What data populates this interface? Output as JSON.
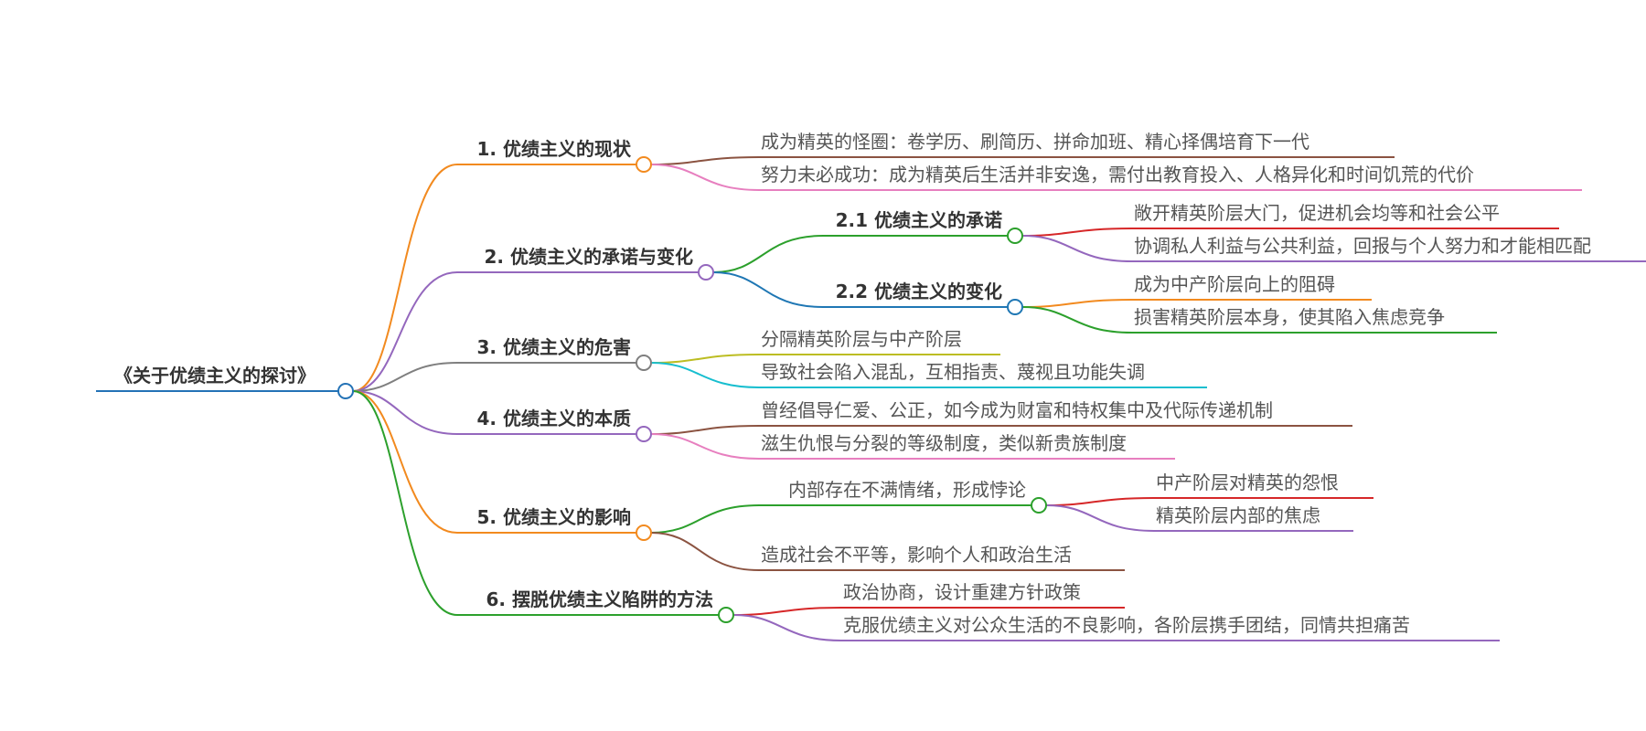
{
  "diagram": {
    "type": "mindmap",
    "root": {
      "label": "《关于优绩主义的探讨》",
      "color": "#2372b6",
      "children": [
        {
          "label": "1. 优绩主义的现状",
          "color": "#f28a1f",
          "children": [
            {
              "label": "成为精英的怪圈：卷学历、刷简历、拼命加班、精心择偶培育下一代",
              "color": "#8b5341"
            },
            {
              "label": "努力未必成功：成为精英后生活并非安逸，需付出教育投入、人格异化和时间饥荒的代价",
              "color": "#e77fbf"
            }
          ]
        },
        {
          "label": "2. 优绩主义的承诺与变化",
          "color": "#9467bd",
          "children": [
            {
              "label": "2.1 优绩主义的承诺",
              "color": "#2ca02c",
              "bold": true,
              "children": [
                {
                  "label": "敞开精英阶层大门，促进机会均等和社会公平",
                  "color": "#d62728"
                },
                {
                  "label": "协调私人利益与公共利益，回报与个人努力和才能相匹配",
                  "color": "#9467bd"
                }
              ]
            },
            {
              "label": "2.2 优绩主义的变化",
              "color": "#1f77b4",
              "bold": true,
              "children": [
                {
                  "label": "成为中产阶层向上的阻碍",
                  "color": "#f28a1f"
                },
                {
                  "label": "损害精英阶层本身，使其陷入焦虑竞争",
                  "color": "#2ca02c"
                }
              ]
            }
          ]
        },
        {
          "label": "3. 优绩主义的危害",
          "color": "#7f7f7f",
          "children": [
            {
              "label": "分隔精英阶层与中产阶层",
              "color": "#bcbd22"
            },
            {
              "label": "导致社会陷入混乱，互相指责、蔑视且功能失调",
              "color": "#17becf"
            }
          ]
        },
        {
          "label": "4. 优绩主义的本质",
          "color": "#9467bd",
          "children": [
            {
              "label": "曾经倡导仁爱、公正，如今成为财富和特权集中及代际传递机制",
              "color": "#8b5341"
            },
            {
              "label": "滋生仇恨与分裂的等级制度，类似新贵族制度",
              "color": "#e77fbf"
            }
          ]
        },
        {
          "label": "5. 优绩主义的影响",
          "color": "#f28a1f",
          "children": [
            {
              "label": "内部存在不满情绪，形成悖论",
              "color": "#2ca02c",
              "bold": false,
              "children": [
                {
                  "label": "中产阶层对精英的怨恨",
                  "color": "#d62728"
                },
                {
                  "label": "精英阶层内部的焦虑",
                  "color": "#9467bd"
                }
              ]
            },
            {
              "label": "造成社会不平等，影响个人和政治生活",
              "color": "#8b5341"
            }
          ]
        },
        {
          "label": "6. 摆脱优绩主义陷阱的方法",
          "color": "#2ca02c",
          "children": [
            {
              "label": "政治协商，设计重建方针政策",
              "color": "#d62728"
            },
            {
              "label": "克服优绩主义对公众生活的不良影响，各阶层携手团结，同情共担痛苦",
              "color": "#9467bd"
            }
          ]
        }
      ]
    }
  }
}
